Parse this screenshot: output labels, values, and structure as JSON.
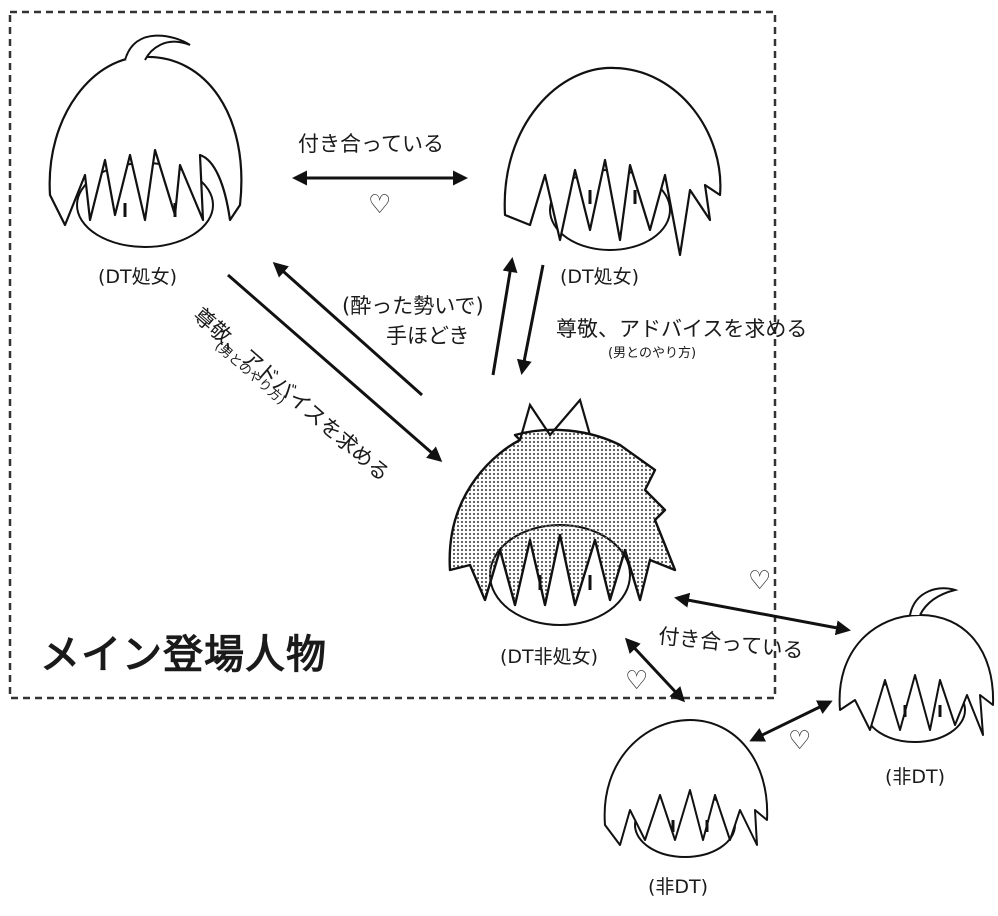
{
  "title": "メイン登場人物",
  "characters": [
    {
      "id": "left",
      "label": "(DT処女)"
    },
    {
      "id": "right",
      "label": "(DT処女)"
    },
    {
      "id": "center",
      "label": "(DT非処女)"
    },
    {
      "id": "far-right",
      "label": "(非DT)"
    },
    {
      "id": "bottom",
      "label": "(非DT)"
    }
  ],
  "relations": {
    "top": "付き合っている",
    "diag_main": "尊敬、アドバイスを求める",
    "diag_sub": "(男とのやり方)",
    "drunk_line1": "(酔った勢いで)",
    "drunk_line2": "手ほどき",
    "right_main": "尊敬、アドバイスを求める",
    "right_sub": "(男とのやり方)",
    "lower": "付き合っている"
  },
  "icons": [
    "heart-icon"
  ],
  "colors": {
    "line": "#111111",
    "screentone": "#6a6a6a",
    "background": "#ffffff"
  }
}
